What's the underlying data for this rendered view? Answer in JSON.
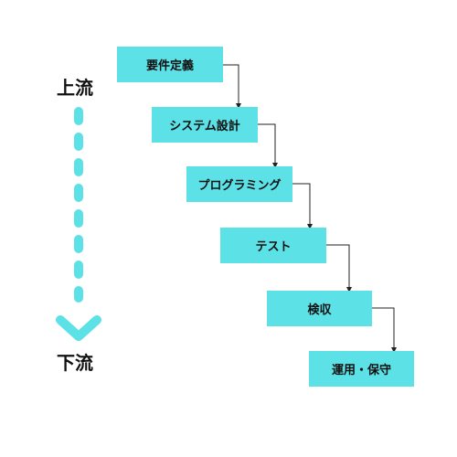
{
  "flow_direction": {
    "upstream_label": "上流",
    "downstream_label": "下流"
  },
  "steps": [
    {
      "label": "要件定義"
    },
    {
      "label": "システム設計"
    },
    {
      "label": "プログラミング"
    },
    {
      "label": "テスト"
    },
    {
      "label": "検収"
    },
    {
      "label": "運用・保守"
    }
  ],
  "colors": {
    "accent": "#5ce1e6",
    "text": "#111111",
    "connector": "#222222",
    "background": "#ffffff"
  }
}
